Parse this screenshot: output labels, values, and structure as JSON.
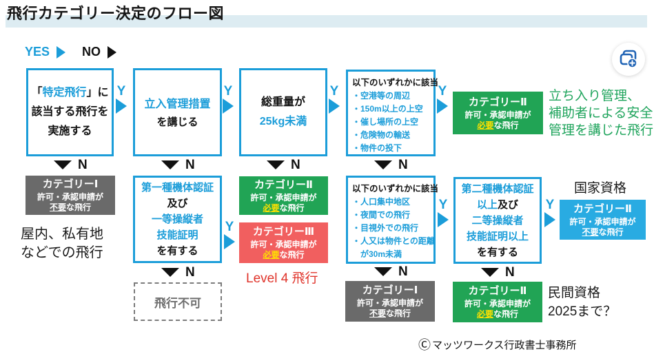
{
  "title": "飛行カテゴリー決定のフロー図",
  "legend": {
    "yes": "YES",
    "no": "NO"
  },
  "labels": {
    "y": "Y",
    "n": "N"
  },
  "colors": {
    "accent_blue": "#1b9dd9",
    "fill_blue": "#29abe2",
    "green": "#21a455",
    "red": "#f15f5f",
    "gray": "#6a6a6a",
    "yellow_em": "#ffe100",
    "band": "#ddecf2"
  },
  "col1": {
    "q": {
      "l1_open": "「",
      "l1_blue": "特定飛行",
      "l1_close": "」に",
      "line2": "該当する飛行を",
      "line3": "実施する"
    },
    "cat": {
      "title": "カテゴリーⅠ",
      "line2": "許可・承認申請が",
      "em": "不要",
      "rest": "な飛行"
    },
    "note": {
      "line1": "屋内、私有地",
      "line2": "などでの飛行"
    }
  },
  "col2": {
    "q1": {
      "line1": "立入管理措置",
      "line2": "を講じる"
    },
    "q2": {
      "line1": "第一種機体認証",
      "line2": "及び",
      "line3": "一等操縦者",
      "line4": "技能証明",
      "line5": "を有する"
    },
    "no_fly": "飛行不可"
  },
  "col3": {
    "q": {
      "line1": "総重量が",
      "line2": "25kg未満"
    },
    "cat_green": {
      "title": "カテゴリーⅡ",
      "line2": "許可・承認申請が",
      "em": "必要",
      "rest": "な飛行"
    },
    "cat_red": {
      "title": "カテゴリーⅢ",
      "line2": "許可・承認申請が",
      "em": "必要",
      "rest": "な飛行"
    },
    "note": "Level 4 飛行"
  },
  "col4": {
    "q1": {
      "header": "以下のいずれかに該当",
      "items": [
        "・空港等の周辺",
        "・150m以上の上空",
        "・催し場所の上空",
        "・危険物の輸送",
        "・物件の投下"
      ]
    },
    "q2": {
      "header": "以下のいずれかに該当",
      "items": [
        "・人口集中地区",
        "・夜間での飛行",
        "・目視外での飛行",
        "・人又は物件との距離",
        "　が30m未満"
      ]
    },
    "cat": {
      "title": "カテゴリーⅠ",
      "line2": "許可・承認申請が",
      "em": "不要",
      "rest": "な飛行"
    }
  },
  "col5": {
    "cat_top": {
      "title": "カテゴリーⅡ",
      "line2": "許可・承認申請が",
      "em": "必要",
      "rest": "な飛行"
    },
    "note_top": {
      "line1": "立ち入り管理、",
      "line2": "補助者による安全",
      "line3": "管理を講じた飛行"
    },
    "q": {
      "line1": "第二種機体認証",
      "l2_blue": "以上",
      "l2_black": "及び",
      "line3": "二等操縦者",
      "line4": "技能証明以上",
      "line5": "を有する"
    },
    "note_national": "国家資格",
    "cat_blue": {
      "title": "カテゴリーⅡ",
      "line2": "許可・承認申請が",
      "em": "不要",
      "rest": "な飛行"
    },
    "cat_bottom": {
      "title": "カテゴリーⅡ",
      "line2": "許可・承認申請が",
      "em": "必要",
      "rest": "な飛行"
    },
    "note_private": {
      "line1": "民間資格",
      "line2": "2025まで？"
    }
  },
  "footer": {
    "symbol": "Ⓒ",
    "name": "マッツワークス行政書士事務所"
  },
  "icons": {
    "top_right": "copy-plus-icon"
  }
}
